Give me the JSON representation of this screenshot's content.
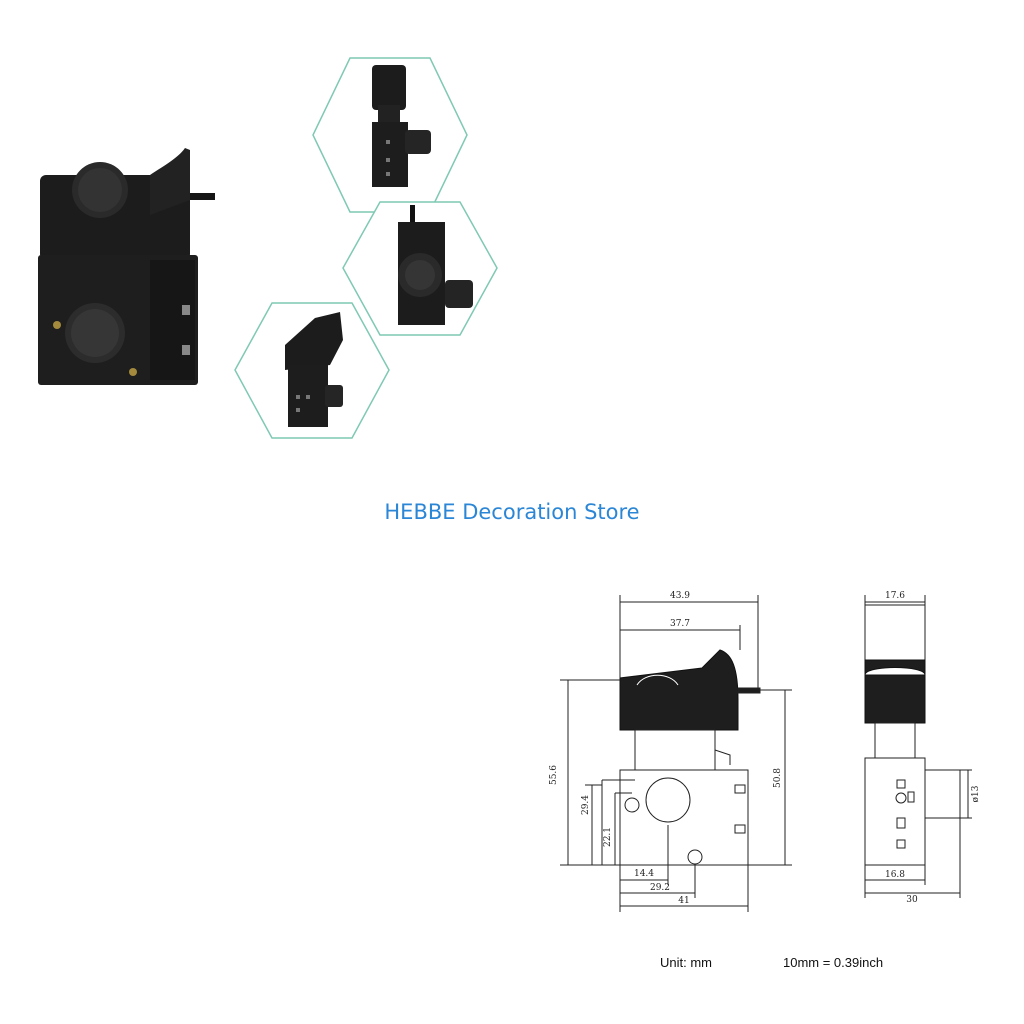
{
  "store": {
    "name": "HEBBE Decoration Store"
  },
  "product": {
    "main_photo": "trigger-switch-photo",
    "hex_views": [
      "top-view",
      "side-view",
      "angled-view"
    ]
  },
  "drawing": {
    "front": {
      "width_top": "43.9",
      "width_trigger": "37.7",
      "height_total": "55.6",
      "height_right": "50.8",
      "height_hole": "29.4",
      "height_screw": "22.1",
      "base_offset": "14.4",
      "base_mid": "29.2",
      "base_width": "41"
    },
    "side": {
      "width_top": "17.6",
      "knob_dia": "ø13",
      "base_offset": "16.8",
      "base_width": "30"
    }
  },
  "units": {
    "unit_label": "Unit: mm",
    "conversion": "10mm = 0.39inch"
  },
  "colors": {
    "store_text": "#2b86d6",
    "hex_border": "#7fc9b4",
    "plastic": "#1c1c1c",
    "line": "#222222"
  }
}
